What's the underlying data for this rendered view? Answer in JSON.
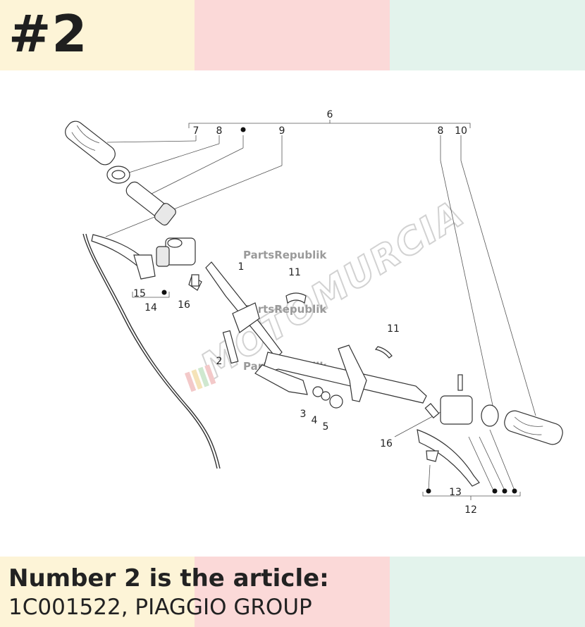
{
  "header": {
    "badge": "#2"
  },
  "watermarks": {
    "brand": "PartsRepublik",
    "overlay": "MOTOMURCIA"
  },
  "diagram_labels": {
    "l1": "1",
    "l2": "2",
    "l3": "3",
    "l4": "4",
    "l5": "5",
    "l6": "6",
    "l7": "7",
    "l8a": "8",
    "l8b": "8",
    "l9": "9",
    "l10": "10",
    "l11a": "11",
    "l11b": "11",
    "l12": "12",
    "l13": "13",
    "l14": "14",
    "l15": "15",
    "l16a": "16",
    "l16b": "16"
  },
  "caption": {
    "line1": "Number 2 is the article:",
    "line2": "1C001522, PIAGGIO GROUP"
  },
  "colors": {
    "yellow": "#fdf4d7",
    "pink": "#fbd9d8",
    "mint": "#e3f3ec"
  }
}
